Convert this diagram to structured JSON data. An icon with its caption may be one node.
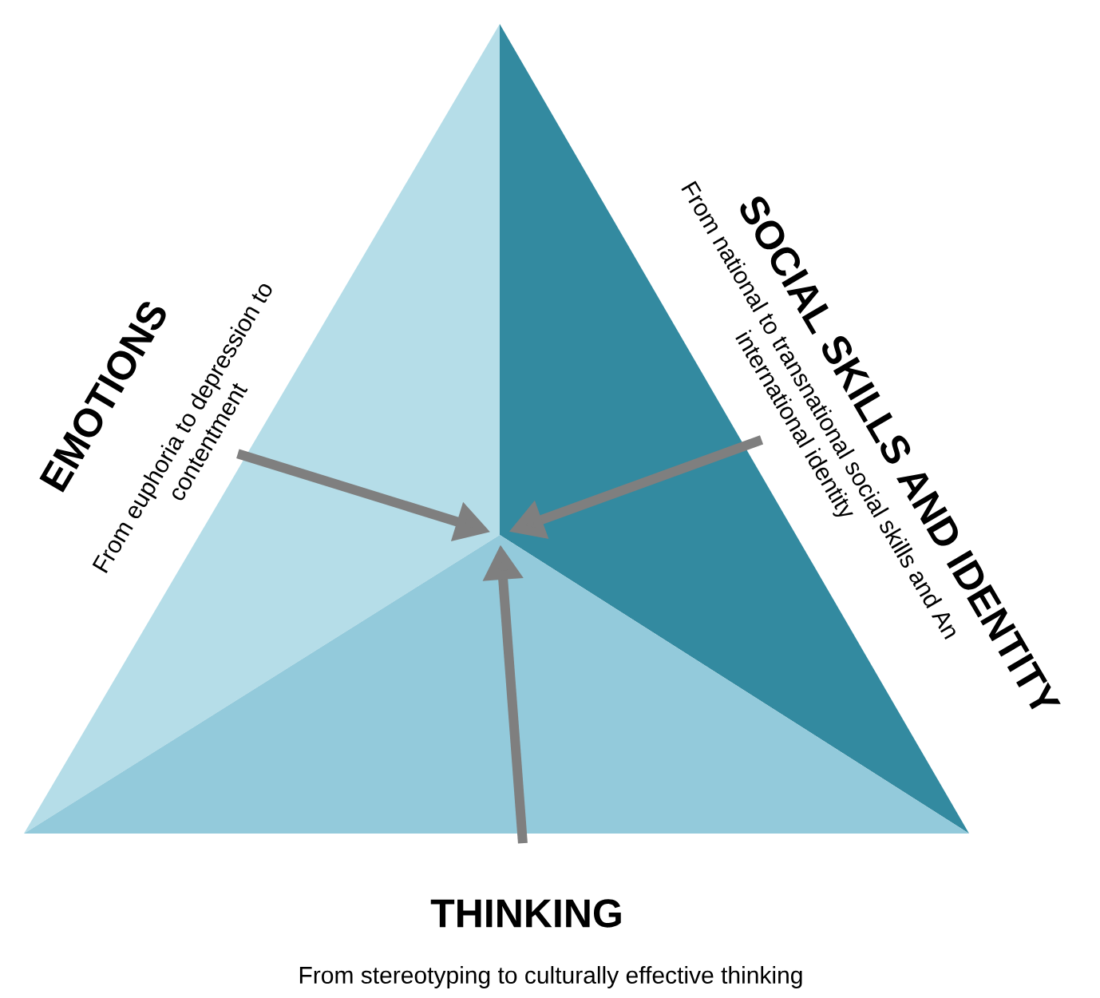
{
  "diagram": {
    "nodes": [
      {
        "text": [
          "EMOTIONS",
          "From euphoria to depression to contentment"
        ]
      },
      {
        "text": [
          "SOCIAL SKILLS AND IDENTITY",
          "From national to transnational social skills and An international identity"
        ]
      },
      {
        "text": [
          "THINKING",
          "From stereotyping to culturally effective thinking"
        ]
      }
    ],
    "edges": [
      {
        "from": 0,
        "to": null,
        "arrow": "to"
      },
      {
        "from": 1,
        "to": null,
        "arrow": "to"
      },
      {
        "from": 2,
        "to": null,
        "arrow": "to"
      }
    ]
  }
}
